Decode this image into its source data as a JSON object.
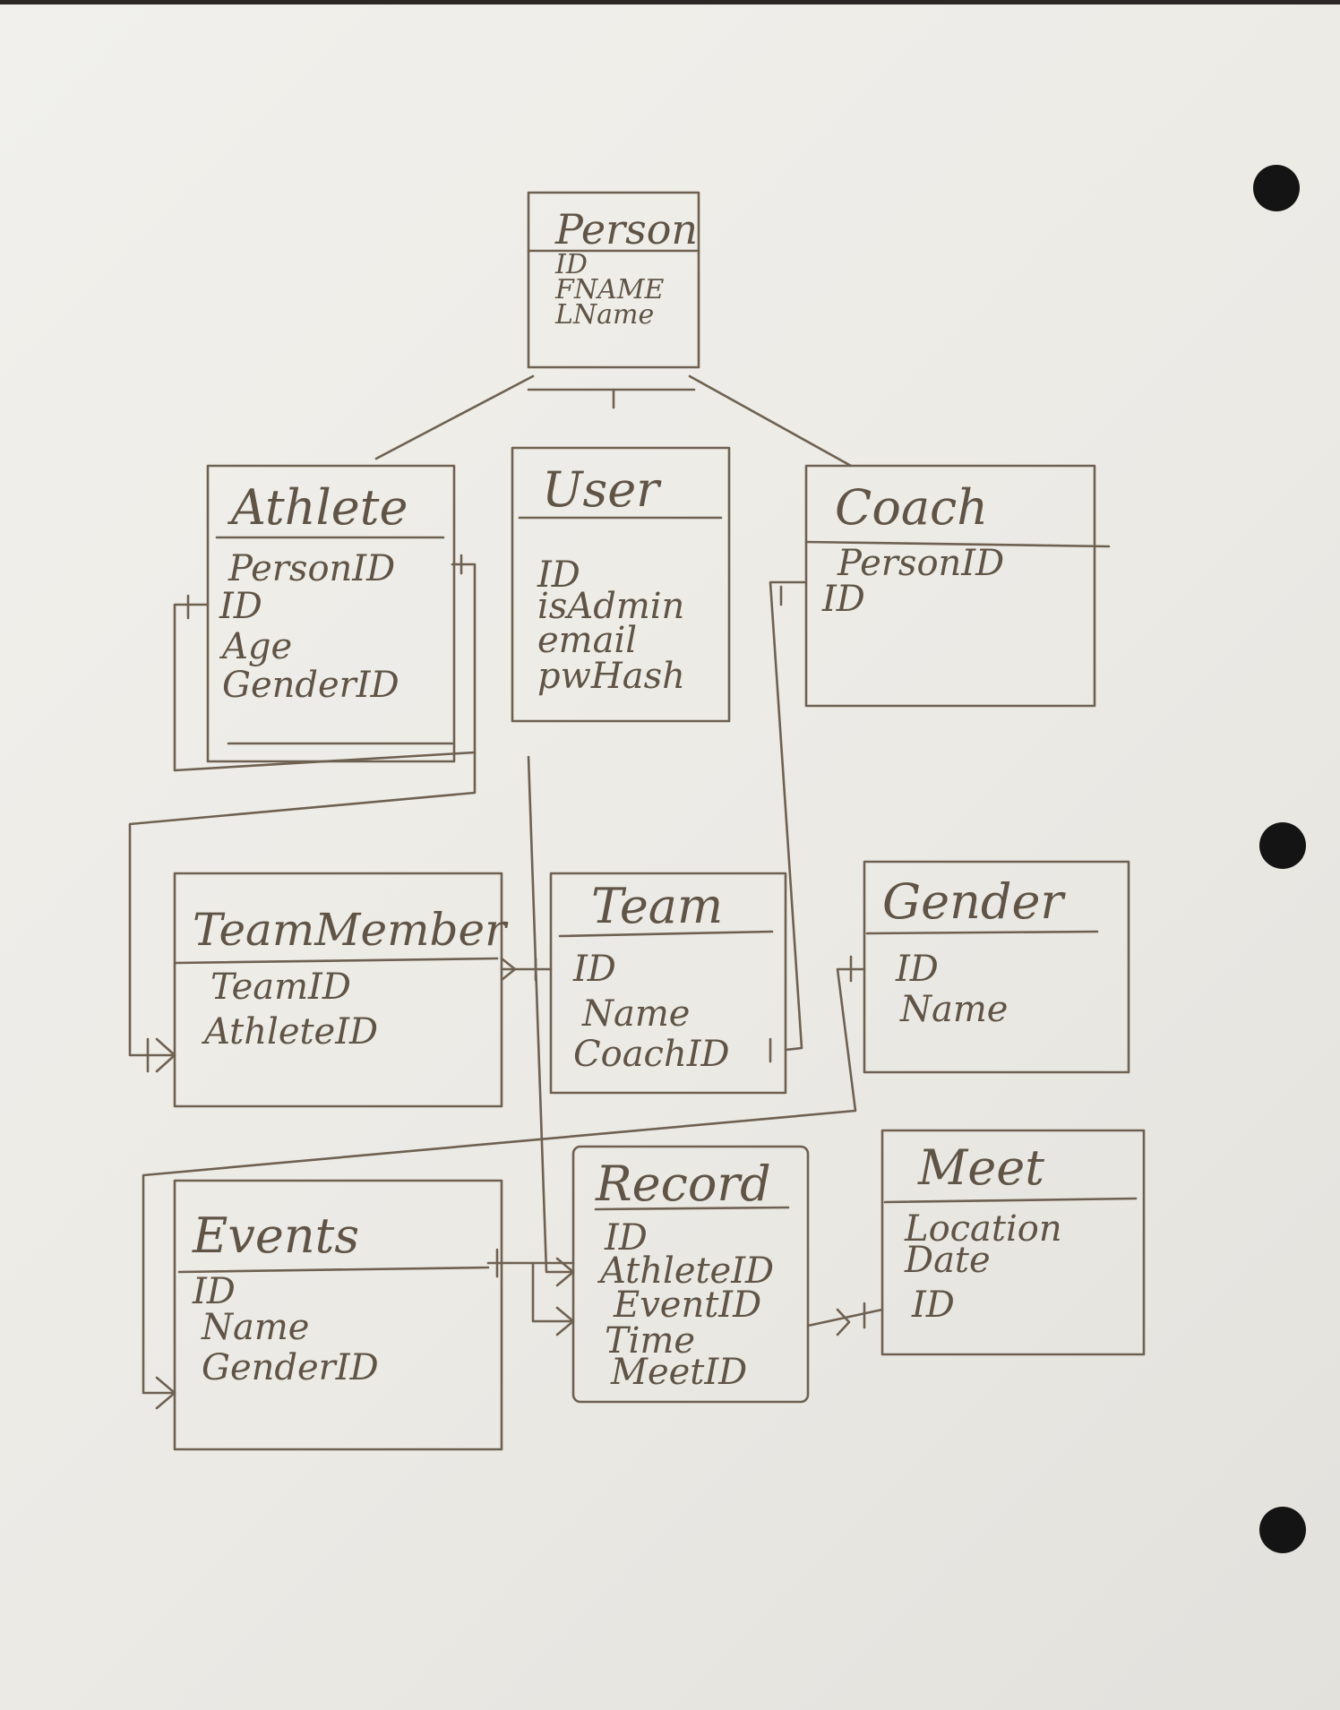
{
  "entities": [
    {
      "id": "person",
      "title": "Person",
      "fields": [
        "ID",
        "FNAME",
        "LName"
      ]
    },
    {
      "id": "athlete",
      "title": "Athlete",
      "fields": [
        "PersonID",
        "ID",
        "Age",
        "GenderID"
      ]
    },
    {
      "id": "user",
      "title": "User",
      "fields": [
        "ID",
        "isAdmin",
        "email",
        "pwHash"
      ]
    },
    {
      "id": "coach",
      "title": "Coach",
      "fields": [
        "PersonID",
        "ID"
      ]
    },
    {
      "id": "teammember",
      "title": "TeamMember",
      "fields": [
        "TeamID",
        "AthleteID"
      ]
    },
    {
      "id": "team",
      "title": "Team",
      "fields": [
        "ID",
        "Name",
        "CoachID"
      ]
    },
    {
      "id": "gender",
      "title": "Gender",
      "fields": [
        "ID",
        "Name"
      ]
    },
    {
      "id": "events",
      "title": "Events",
      "fields": [
        "ID",
        "Name",
        "GenderID"
      ]
    },
    {
      "id": "record",
      "title": "Record",
      "fields": [
        "ID",
        "AthleteID",
        "EventID",
        "Time",
        "MeetID"
      ]
    },
    {
      "id": "meet",
      "title": "Meet",
      "fields": [
        "Location",
        "Date",
        "ID"
      ]
    }
  ]
}
